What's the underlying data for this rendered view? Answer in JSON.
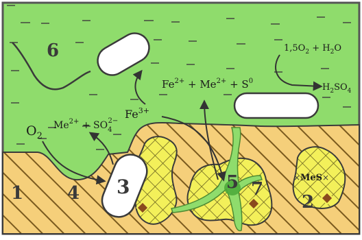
{
  "colors": {
    "liquid": "#8fdc6c",
    "ore": "#f5cf7a",
    "ore_hatch": "#7a5a1e",
    "mineral": "#f3f05a",
    "mineral_grid": "#6b6420",
    "bacterium": "#ffffff",
    "crystal": "#8a4b1e",
    "outline": "#3a3a3a"
  },
  "numbers": {
    "n1": "1",
    "n2": "2",
    "n3": "3",
    "n4": "4",
    "n5": "5",
    "n6": "6",
    "n7": "7"
  },
  "labels": {
    "o2": "O",
    "o2_sub": "2",
    "me_so4_a": "Me",
    "me_so4_a_sup": "2+",
    "me_so4_b": " + SO",
    "me_so4_b_sub": "4",
    "me_so4_b_sup": "2−",
    "fe3": "Fe",
    "fe3_sup": "3+",
    "fe2": "Fe",
    "fe2_sup": "2+",
    "plus1": " + Me",
    "plus1_sup": "2+",
    "plus2": " + S",
    "plus2_sup": "0",
    "so2": "1,5O",
    "so2_sub": "2",
    "h2o": " + H",
    "h2o_sub": "2",
    "h2o_tail": "O",
    "h2so4": "H",
    "h2so4_sub": "2",
    "h2so4_tail": "SO",
    "h2so4_sub2": "4",
    "mes": "MeS"
  }
}
